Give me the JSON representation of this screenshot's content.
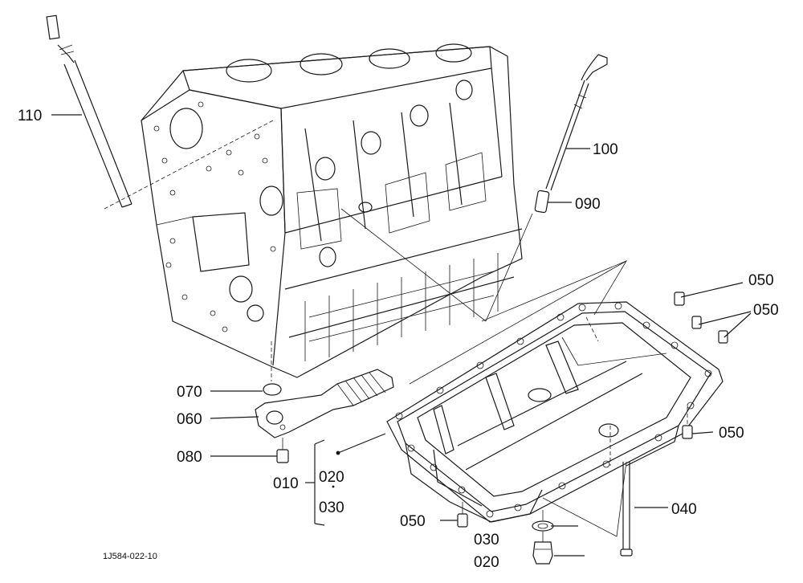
{
  "diagram": {
    "figure_code": "1J584-022-10",
    "callouts": {
      "c110": "110",
      "c100": "100",
      "c090": "090",
      "c050a": "050",
      "c050b": "050",
      "c050c": "050",
      "c050d": "050",
      "c070": "070",
      "c060": "060",
      "c080": "080",
      "c010": "010",
      "c020a": "020",
      "c030a": "030",
      "c040": "040",
      "c030b": "030",
      "c020b": "020"
    }
  }
}
